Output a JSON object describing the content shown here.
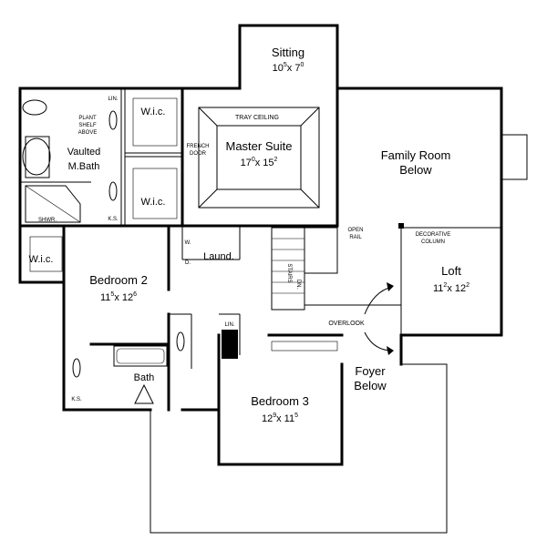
{
  "rooms": {
    "sitting": {
      "name": "Sitting",
      "dim_a": "10",
      "dim_a_sup": "5",
      "dim_b": "x 7",
      "dim_b_sup": "0"
    },
    "master_suite": {
      "name": "Master Suite",
      "dim_a": "17",
      "dim_a_sup": "0",
      "dim_b": "x 15",
      "dim_b_sup": "2"
    },
    "family_room": {
      "line1": "Family Room",
      "line2": "Below"
    },
    "loft": {
      "name": "Loft",
      "dim_a": "11",
      "dim_a_sup": "2",
      "dim_b": "x 12",
      "dim_b_sup": "2"
    },
    "bedroom2": {
      "name": "Bedroom 2",
      "dim_a": "11",
      "dim_a_sup": "5",
      "dim_b": "x 12",
      "dim_b_sup": "6"
    },
    "bedroom3": {
      "name": "Bedroom 3",
      "dim_a": "12",
      "dim_a_sup": "9",
      "dim_b": "x 11",
      "dim_b_sup": "5"
    },
    "foyer": {
      "line1": "Foyer",
      "line2": "Below"
    },
    "bath": "Bath",
    "laundry": "Laund.",
    "vaulted_bath_1": "Vaulted",
    "vaulted_bath_2": "M.Bath",
    "wic_1": "W.i.c.",
    "wic_2": "W.i.c.",
    "wic_3": "W.i.c."
  },
  "labels": {
    "tray_ceiling": "TRAY CEILING",
    "french_door_1": "FRENCH",
    "french_door_2": "DOOR",
    "plant_shelf_1": "PLANT",
    "plant_shelf_2": "SHELF",
    "plant_shelf_3": "ABOVE",
    "open_rail_1": "OPEN",
    "open_rail_2": "RAIL",
    "decorative_column_1": "DECORATIVE",
    "decorative_column_2": "COLUMN",
    "overlook": "OVERLOOK",
    "stairs": "STAIRS",
    "dn": "DN.",
    "lin_1": "LIN.",
    "lin_2": "LIN.",
    "shwr": "SHWR.",
    "ks_1": "K.S.",
    "ks_2": "K.S.",
    "w": "W.",
    "d": "D."
  }
}
